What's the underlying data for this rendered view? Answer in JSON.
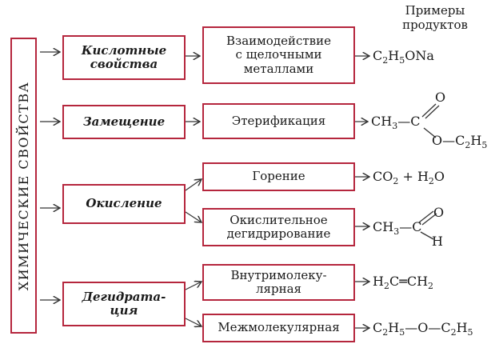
{
  "header": "Примеры\nпродуктов",
  "root_label": "ХИМИЧЕСКИЕ СВОЙСТВА",
  "categories": [
    {
      "id": "acid",
      "label": "Кислотные\nсвойства"
    },
    {
      "id": "subst",
      "label": "Замещение"
    },
    {
      "id": "oxid",
      "label": "Окисление"
    },
    {
      "id": "dehyd",
      "label": "Дегидрата-\nция"
    }
  ],
  "reactions": [
    {
      "id": "alkali",
      "label": "Взаимодействие\nс щелочными\nметаллами"
    },
    {
      "id": "ester",
      "label": "Этерификация"
    },
    {
      "id": "burn",
      "label": "Горение"
    },
    {
      "id": "oxdehyd",
      "label": "Окислительное\nдегидрирование"
    },
    {
      "id": "intra",
      "label": "Внутримолеку-\nлярная"
    },
    {
      "id": "inter",
      "label": "Межмолекулярная"
    }
  ],
  "products": {
    "alkali": {
      "main": "C",
      "s1": "2",
      "m1": "H",
      "s2": "5",
      "m2": "ONa"
    },
    "ester": {
      "a": "CH",
      "s1": "3",
      "b": "—C",
      "o_top": "O",
      "c": "O—C",
      "s2": "2",
      "d": "H",
      "s3": "5"
    },
    "burn": {
      "a": "CO",
      "s1": "2",
      "b": " + H",
      "s2": "2",
      "c": "O"
    },
    "oxdehyd": {
      "a": "CH",
      "s1": "3",
      "b": "—C",
      "o_top": "O",
      "h": "H"
    },
    "intra": {
      "a": "H",
      "s1": "2",
      "b": "C═CH",
      "s2": "2"
    },
    "inter": {
      "a": "C",
      "s1": "2",
      "b": "H",
      "s2": "5",
      "c": "—O—C",
      "s3": "2",
      "d": "H",
      "s4": "5"
    }
  }
}
